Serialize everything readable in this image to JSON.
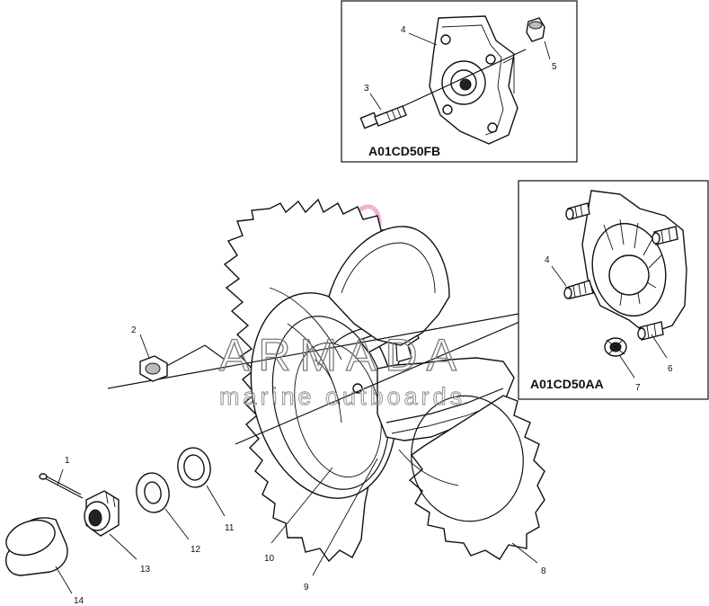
{
  "insets": {
    "top_code": "A01CD50FB",
    "right_code": "A01CD50AA"
  },
  "callouts": {
    "c1": "1",
    "c2": "2",
    "c3": "3",
    "c4_top": "4",
    "c4_right": "4",
    "c5": "5",
    "c6": "6",
    "c7": "7",
    "c8": "8",
    "c9": "9",
    "c10": "10",
    "c11": "11",
    "c12": "12",
    "c13": "13",
    "c14": "14"
  },
  "watermark": {
    "brand": "ARMADA",
    "tagline": "marine outboards",
    "logo_color": "#e8a8cc"
  }
}
